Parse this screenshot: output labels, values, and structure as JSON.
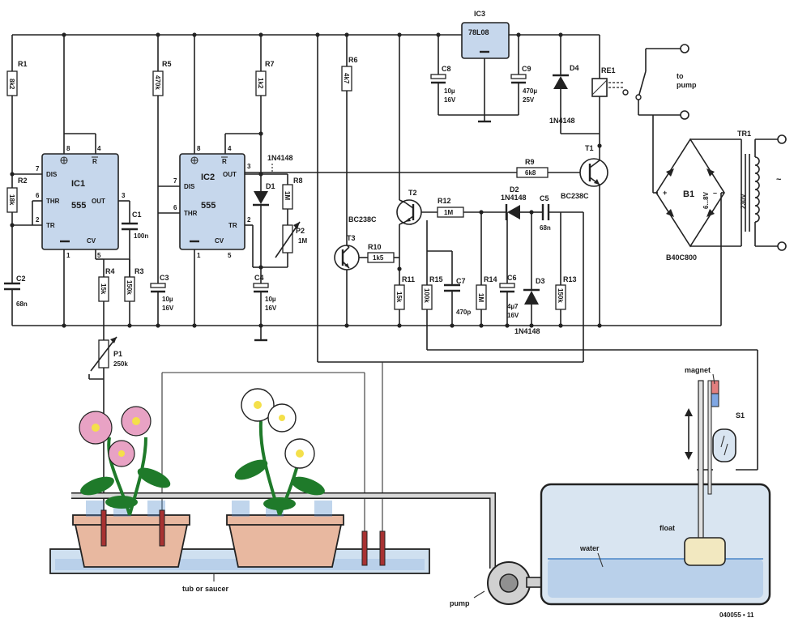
{
  "figure_id": "040055 • 11",
  "components": {
    "ic1": {
      "ref": "IC1",
      "type": "555",
      "pins": {
        "dis": "DIS",
        "thr": "THR",
        "tr": "TR",
        "out": "OUT",
        "cv": "CV",
        "r": "R"
      },
      "pin_numbers": {
        "p8": "8",
        "p4": "4",
        "p7": "7",
        "p6": "6",
        "p2": "2",
        "p3": "3",
        "p1": "1",
        "p5": "5"
      }
    },
    "ic2": {
      "ref": "IC2",
      "type": "555",
      "pins": {
        "dis": "DIS",
        "thr": "THR",
        "tr": "TR",
        "out": "OUT",
        "cv": "CV",
        "r": "R"
      },
      "pin_numbers": {
        "p8": "8",
        "p4": "4",
        "p7": "7",
        "p6": "6",
        "p2": "2",
        "p3": "3",
        "p1": "1",
        "p5": "5"
      }
    },
    "ic3": {
      "ref": "IC3",
      "type": "78L08"
    },
    "r1": {
      "ref": "R1",
      "value": "8k2"
    },
    "r2": {
      "ref": "R2",
      "value": "18k"
    },
    "r3": {
      "ref": "R3",
      "value": "150k"
    },
    "r4": {
      "ref": "R4",
      "value": "15k"
    },
    "r5": {
      "ref": "R5",
      "value": "470k"
    },
    "r6": {
      "ref": "R6",
      "value": "4k7"
    },
    "r7": {
      "ref": "R7",
      "value": "1k2"
    },
    "r8": {
      "ref": "R8",
      "value": "1M"
    },
    "r9": {
      "ref": "R9",
      "value": "6k8"
    },
    "r10": {
      "ref": "R10",
      "value": "1k5"
    },
    "r11": {
      "ref": "R11",
      "value": "15k"
    },
    "r12": {
      "ref": "R12",
      "value": "1M"
    },
    "r13": {
      "ref": "R13",
      "value": "150k"
    },
    "r14": {
      "ref": "R14",
      "value": "1M"
    },
    "r15": {
      "ref": "R15",
      "value": "100k"
    },
    "c1": {
      "ref": "C1",
      "value": "100n"
    },
    "c2": {
      "ref": "C2",
      "value": "68n"
    },
    "c3": {
      "ref": "C3",
      "value1": "10µ",
      "value2": "16V"
    },
    "c4": {
      "ref": "C4",
      "value1": "10µ",
      "value2": "16V"
    },
    "c5": {
      "ref": "C5",
      "value": "68n"
    },
    "c6": {
      "ref": "C6",
      "value1": "4µ7",
      "value2": "16V"
    },
    "c7": {
      "ref": "C7",
      "value": "470p"
    },
    "c8": {
      "ref": "C8",
      "value1": "10µ",
      "value2": "16V"
    },
    "c9": {
      "ref": "C9",
      "value1": "470µ",
      "value2": "25V"
    },
    "d1": {
      "ref": "D1",
      "type": "1N4148"
    },
    "d2": {
      "ref": "D2",
      "type": "1N4148"
    },
    "d3": {
      "ref": "D3",
      "type": "1N4148"
    },
    "d4": {
      "ref": "D4",
      "type": "1N4148"
    },
    "t1": {
      "ref": "T1",
      "type": "BC238C"
    },
    "t2": {
      "ref": "T2"
    },
    "t3": {
      "ref": "T3",
      "type": "BC238C"
    },
    "p1": {
      "ref": "P1",
      "value": "250k"
    },
    "p2": {
      "ref": "P2",
      "value": "1M"
    },
    "re1": {
      "ref": "RE1"
    },
    "b1": {
      "ref": "B1",
      "type": "B40C800",
      "plus": "+",
      "minus": "–"
    },
    "tr1": {
      "ref": "TR1",
      "secondary": "6...8V",
      "primary": "230V",
      "tilde": "~"
    },
    "s1": {
      "ref": "S1"
    }
  },
  "labels": {
    "to_pump_line1": "to",
    "to_pump_line2": "pump",
    "magnet": "magnet",
    "float": "float",
    "water": "water",
    "pump": "pump",
    "tub": "tub or saucer"
  },
  "colors": {
    "ic_fill": "#c6d7ec",
    "water": "#b9d0ea",
    "tank_wall": "#d9e5f1",
    "pot": "#e8b8a0",
    "leaf": "#1f7a2a",
    "flower_pink": "#e8a2c4",
    "flower_white": "#ffffff",
    "float": "#f2e8c0",
    "magnet_red": "#e37f7f",
    "magnet_blue": "#7fa6e3",
    "probe": "#a83232"
  }
}
